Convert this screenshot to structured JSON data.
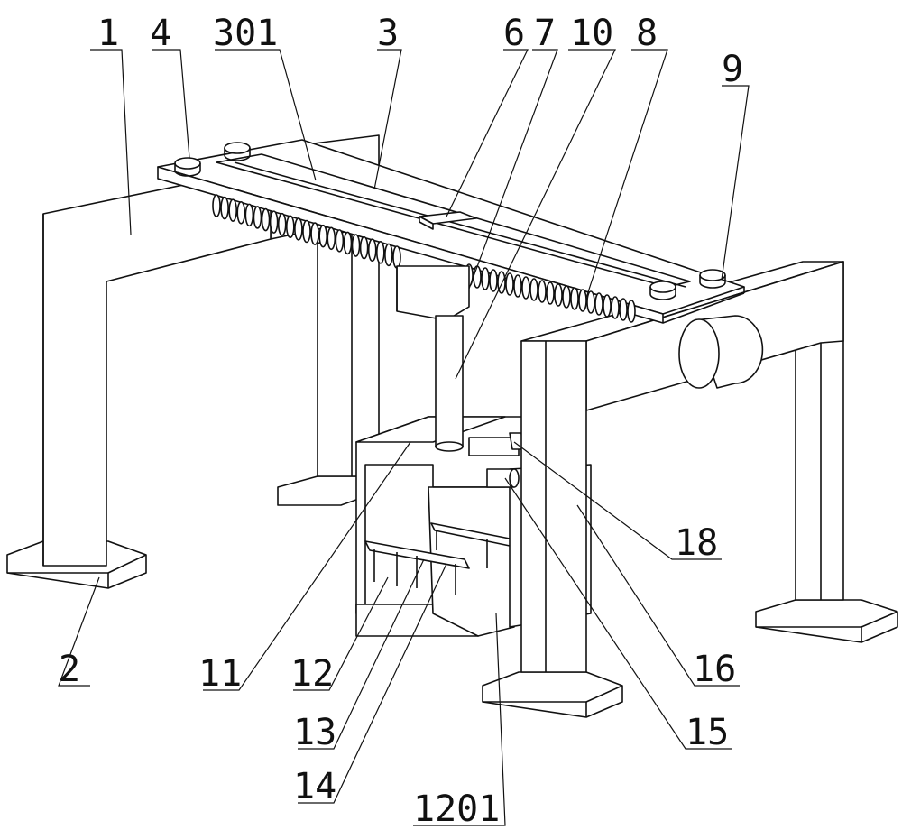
{
  "labels": {
    "l1": "1",
    "l4": "4",
    "l301": "301",
    "l3": "3",
    "l6": "6",
    "l7": "7",
    "l10": "10",
    "l8": "8",
    "l9": "9",
    "l2": "2",
    "l11": "11",
    "l12": "12",
    "l13": "13",
    "l14": "14",
    "l1201": "1201",
    "l18": "18",
    "l16": "16",
    "l15": "15"
  }
}
